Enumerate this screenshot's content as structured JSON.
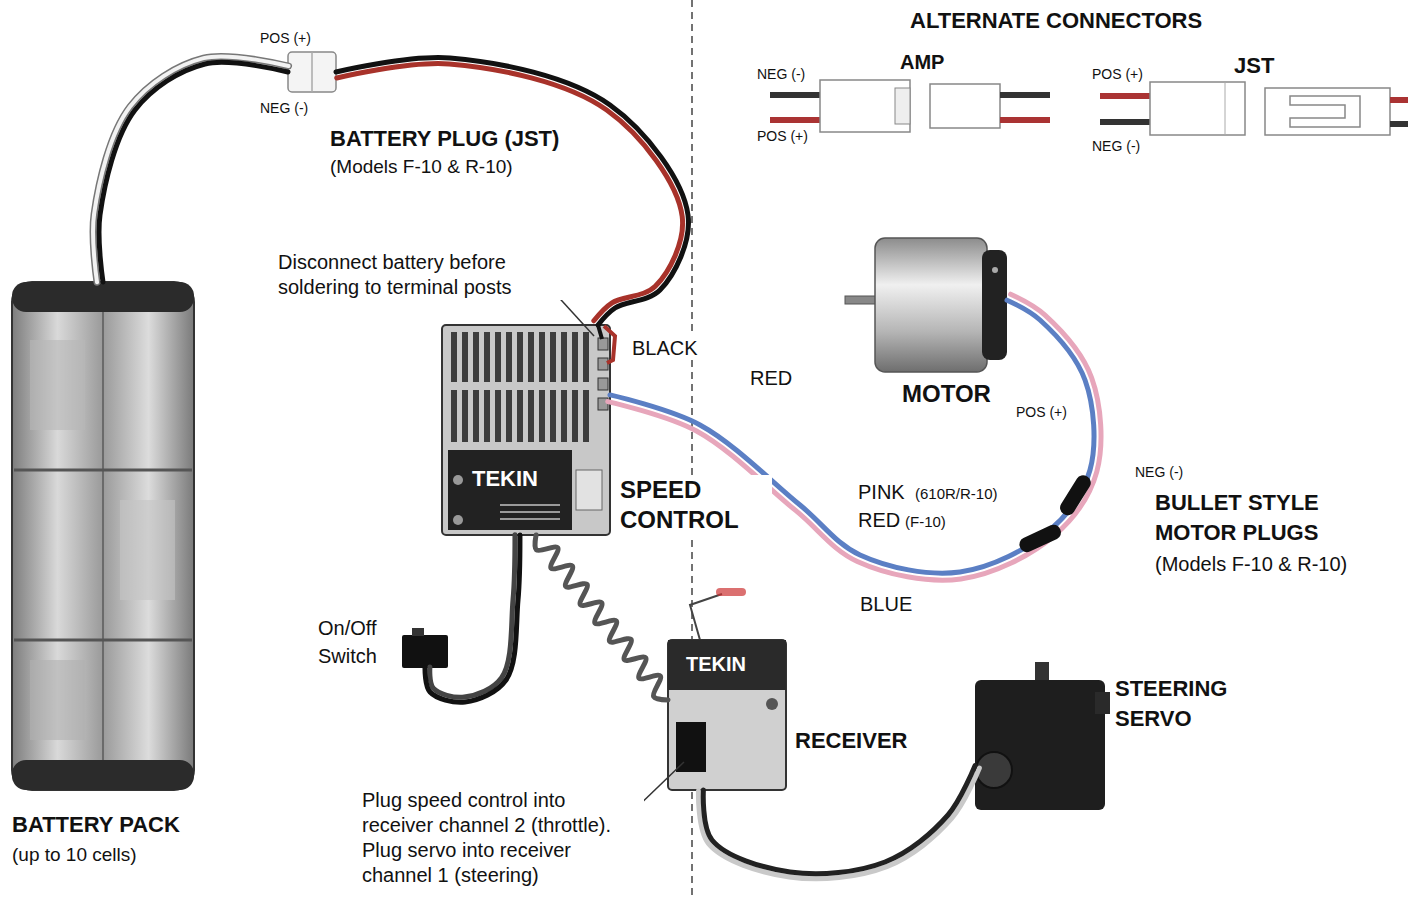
{
  "diagram": {
    "nodes": [
      {
        "text": [
          "BATTERY PACK",
          "(up to 10 cells)"
        ]
      },
      {
        "text": [
          "BATTERY PLUG (JST)",
          "(Models F-10 & R-10)"
        ]
      },
      {
        "text": [
          "SPEED CONTROL"
        ]
      },
      {
        "text": [
          "MOTOR"
        ]
      },
      {
        "text": [
          "On/Off Switch"
        ]
      },
      {
        "text": [
          "RECEIVER"
        ]
      },
      {
        "text": [
          "STEERING SERVO"
        ]
      }
    ],
    "edges": [
      {
        "from": 0,
        "to": 1,
        "arrow": "none"
      },
      {
        "from": 1,
        "to": 2,
        "arrow": "none"
      },
      {
        "from": 2,
        "to": 3,
        "arrow": "none"
      },
      {
        "from": 2,
        "to": 4,
        "arrow": "none"
      },
      {
        "from": 2,
        "to": 5,
        "arrow": "none"
      },
      {
        "from": 5,
        "to": 6,
        "arrow": "none"
      }
    ],
    "labels": [
      "POS (+)",
      "NEG (-)",
      "ALTERNATE CONNECTORS",
      "AMP",
      "NEG (-)",
      "JST",
      "POS (+)",
      "POS (+)",
      "NEG (-)",
      "Disconnect battery before soldering to terminal posts",
      "BLACK",
      "RED",
      "TEKIN",
      "POS (+)",
      "NEG (-)",
      "PINK",
      "(610R/R-10)",
      "BULLET STYLE MOTOR PLUGS",
      "RED",
      "(F-10)",
      "(Models F-10 & R-10)",
      "BLUE",
      "TEKIN",
      "Plug speed control into receiver channel 2 (throttle).",
      "Plug servo into receiver channel 1 (steering)"
    ]
  }
}
